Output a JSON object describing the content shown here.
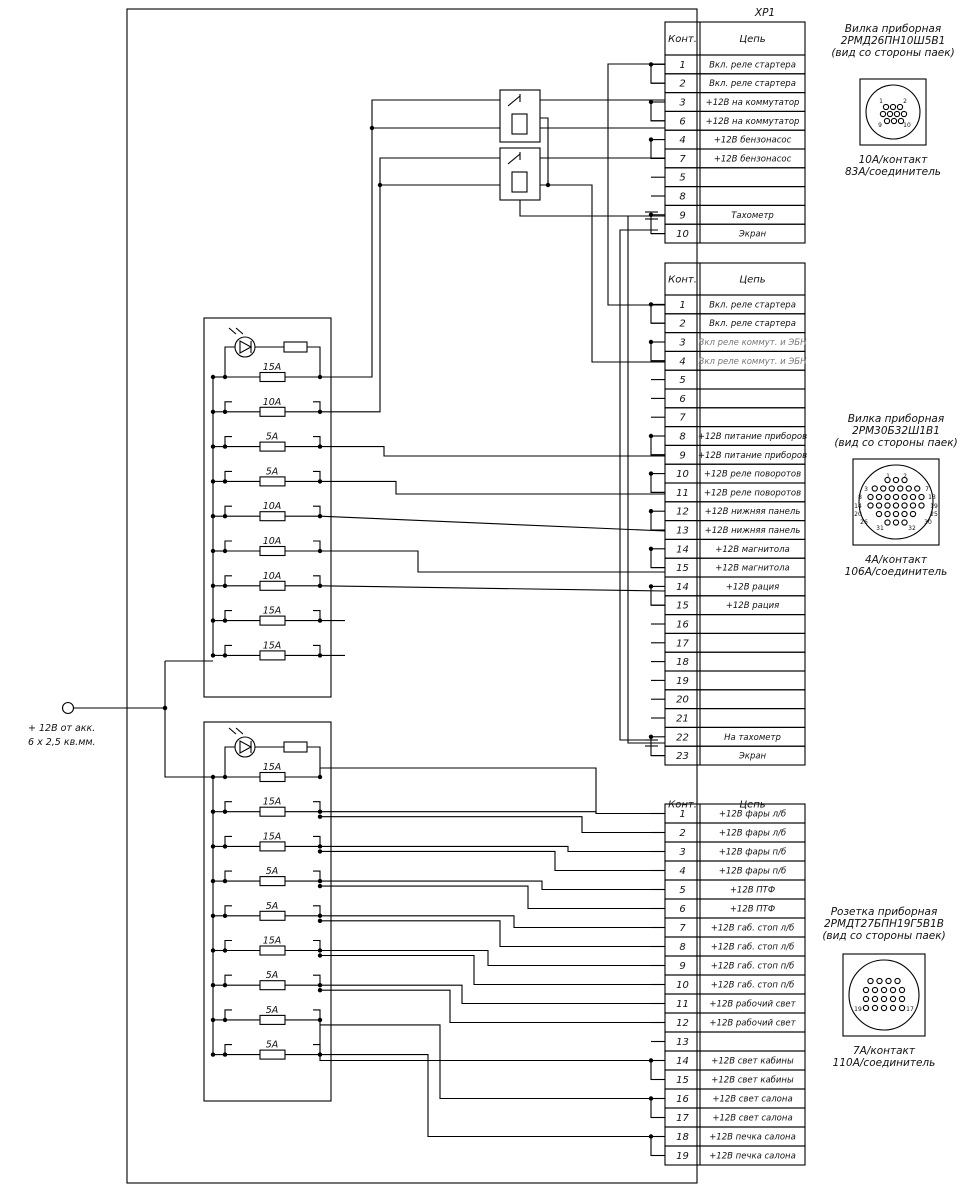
{
  "main_label": "XP1",
  "header": {
    "cont": "Конт.",
    "circuit": "Цепь"
  },
  "fuse_block_1": [
    "15A",
    "10A",
    "5A",
    "5A",
    "10A",
    "10A",
    "10A",
    "15A",
    "15A"
  ],
  "fuse_block_2": [
    "15A",
    "15A",
    "15A",
    "5A",
    "5A",
    "15A",
    "5A",
    "5A",
    "5A"
  ],
  "connector_1_rows": [
    {
      "n": "1",
      "t": "Вкл. реле стартера"
    },
    {
      "n": "2",
      "t": "Вкл. реле стартера"
    },
    {
      "n": "3",
      "t": "+12В на коммутатор"
    },
    {
      "n": "6",
      "t": "+12В на коммутатор"
    },
    {
      "n": "4",
      "t": "+12В бензонасос"
    },
    {
      "n": "7",
      "t": "+12В бензонасос"
    },
    {
      "n": "5",
      "t": ""
    },
    {
      "n": "8",
      "t": ""
    },
    {
      "n": "9",
      "t": "Тахометр"
    },
    {
      "n": "10",
      "t": "Экран"
    }
  ],
  "connector_2_rows": [
    {
      "n": "1",
      "t": "Вкл. реле стартера"
    },
    {
      "n": "2",
      "t": "Вкл. реле стартера"
    },
    {
      "n": "3",
      "t": "Вкл реле коммут. и ЭБН"
    },
    {
      "n": "4",
      "t": "Вкл реле коммут. и ЭБН"
    },
    {
      "n": "5",
      "t": ""
    },
    {
      "n": "6",
      "t": ""
    },
    {
      "n": "7",
      "t": ""
    },
    {
      "n": "8",
      "t": "+12В питание приборов"
    },
    {
      "n": "9",
      "t": "+12В питание приборов"
    },
    {
      "n": "10",
      "t": "+12В реле поворотов"
    },
    {
      "n": "11",
      "t": "+12В реле поворотов"
    },
    {
      "n": "12",
      "t": "+12В нижняя панель"
    },
    {
      "n": "13",
      "t": "+12В нижняя панель"
    },
    {
      "n": "14",
      "t": "+12В магнитола"
    },
    {
      "n": "15",
      "t": "+12В магнитола"
    },
    {
      "n": "14",
      "t": "+12В рация"
    },
    {
      "n": "15",
      "t": "+12В рация"
    },
    {
      "n": "16",
      "t": ""
    },
    {
      "n": "17",
      "t": ""
    },
    {
      "n": "18",
      "t": ""
    },
    {
      "n": "19",
      "t": ""
    },
    {
      "n": "20",
      "t": ""
    },
    {
      "n": "21",
      "t": ""
    },
    {
      "n": "22",
      "t": "На тахометр"
    },
    {
      "n": "23",
      "t": "Экран"
    }
  ],
  "connector_3_rows": [
    {
      "n": "1",
      "t": "+12В фары л/б"
    },
    {
      "n": "2",
      "t": "+12В фары л/б"
    },
    {
      "n": "3",
      "t": "+12В фары п/б"
    },
    {
      "n": "4",
      "t": "+12В фары п/б"
    },
    {
      "n": "5",
      "t": "+12В ПТФ"
    },
    {
      "n": "6",
      "t": "+12В ПТФ"
    },
    {
      "n": "7",
      "t": "+12В габ. стоп л/б"
    },
    {
      "n": "8",
      "t": "+12В габ. стоп л/б"
    },
    {
      "n": "9",
      "t": "+12В габ. стоп п/б"
    },
    {
      "n": "10",
      "t": "+12В габ. стоп п/б"
    },
    {
      "n": "11",
      "t": "+12В рабочий свет"
    },
    {
      "n": "12",
      "t": "+12В рабочий свет"
    },
    {
      "n": "13",
      "t": ""
    },
    {
      "n": "14",
      "t": "+12В свет кабины"
    },
    {
      "n": "15",
      "t": "+12В свет кабины"
    },
    {
      "n": "16",
      "t": "+12В свет салона"
    },
    {
      "n": "17",
      "t": "+12В свет салона"
    },
    {
      "n": "18",
      "t": "+12В печка салона"
    },
    {
      "n": "19",
      "t": "+12В печка салона"
    }
  ],
  "side_1": {
    "title1": "Вилка приборная",
    "title2": "2РМД26ПН10Ш5В1",
    "title3": "(вид со стороны паек)",
    "rating1": "10А/контакт",
    "rating2": "83А/соединитель"
  },
  "side_2": {
    "title1": "Вилка приборная",
    "title2": "2РМ30Б32Ш1В1",
    "title3": "(вид со стороны паек)",
    "rating1": "4А/контакт",
    "rating2": "106А/соединитель"
  },
  "side_3": {
    "title1": "Розетка приборная",
    "title2": "2РМДТ27БПН19Г5В1В",
    "title3": "(вид со стороны паек)",
    "rating1": "7А/контакт",
    "rating2": "110А/соединитель"
  },
  "pins_1": [
    "1",
    "2",
    "9",
    "10"
  ],
  "pins_2": [
    "1",
    "2",
    "3",
    "7",
    "8",
    "13",
    "14",
    "19",
    "20",
    "25",
    "26",
    "30",
    "31",
    "32"
  ],
  "pins_3": [
    "19",
    "17"
  ],
  "input": {
    "line1": "+ 12В от акк.",
    "line2": "6 x 2,5 кв.мм."
  }
}
